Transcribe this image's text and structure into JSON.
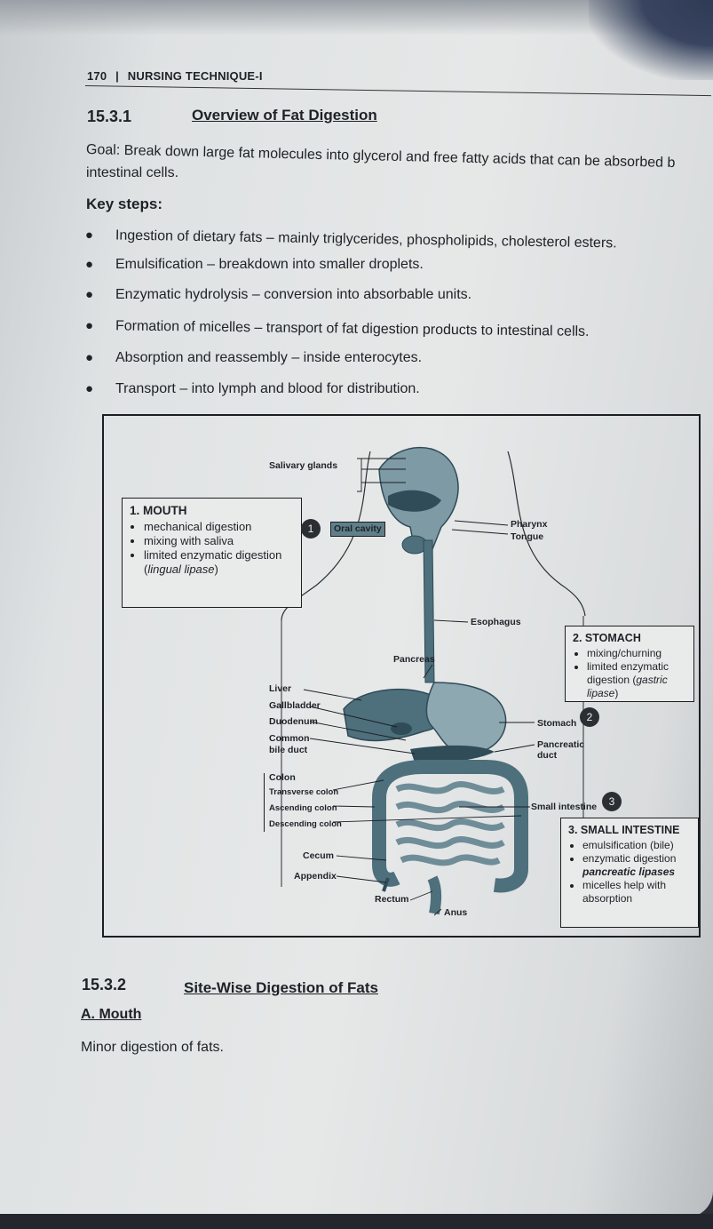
{
  "header": {
    "page_number": "170",
    "separator": "|",
    "running_title": "NURSING TECHNIQUE-I"
  },
  "section1": {
    "number": "15.3.1",
    "title": "Overview of Fat Digestion",
    "goal_line1": "Goal: Break down large fat molecules into glycerol and free fatty acids that can be absorbed b",
    "goal_line2": "intestinal cells.",
    "key_steps_label": "Key steps:",
    "bullets": [
      "Ingestion of dietary fats – mainly triglycerides, phospholipids, cholesterol esters.",
      "Emulsification – breakdown into smaller droplets.",
      "Enzymatic hydrolysis – conversion into absorbable units.",
      "Formation of micelles – transport of fat digestion products to intestinal cells.",
      "Absorption and reassembly – inside enterocytes.",
      "Transport – into lymph and blood for distribution."
    ]
  },
  "figure": {
    "mouth": {
      "title": "1. MOUTH",
      "items": [
        "mechanical digestion",
        "mixing with saliva",
        "limited enzymatic digestion ("
      ],
      "italic": "lingual lipase",
      "close": ")"
    },
    "stomach": {
      "title": "2. STOMACH",
      "items": [
        "mixing/churning",
        "limited enzymatic digestion ("
      ],
      "italic": "gastric lipase",
      "close": ")"
    },
    "small_intestine": {
      "title": "3. SMALL INTESTINE",
      "items": [
        "emulsification (bile)",
        "enzymatic digestion",
        "micelles help with absorption"
      ],
      "italic": "pancreatic lipases"
    },
    "badges": [
      "1",
      "2",
      "3"
    ],
    "labels": {
      "salivary_glands": "Salivary glands",
      "oral_cavity": "Oral cavity",
      "pharynx": "Pharynx",
      "tongue": "Tongue",
      "esophagus": "Esophagus",
      "pancreas": "Pancreas",
      "liver": "Liver",
      "gallbladder": "Gallbladder",
      "duodenum": "Duodenum",
      "common_bile_duct": "Common bile duct",
      "colon": "Colon",
      "transverse_colon": "Transverse colon",
      "ascending_colon": "Ascending colon",
      "descending_colon": "Descending colon",
      "cecum": "Cecum",
      "appendix": "Appendix",
      "rectum": "Rectum",
      "anus": "Anus",
      "stomach": "Stomach",
      "pancreatic_duct": "Pancreatic duct",
      "small_intestine": "Small intestine"
    },
    "colors": {
      "organ": "#4e6f7c",
      "organ_dark": "#2f4c58",
      "organ_light": "#8ea8b1"
    }
  },
  "section2": {
    "number": "15.3.2",
    "title": "Site-Wise Digestion of Fats",
    "subheading": "A. Mouth",
    "text": "Minor digestion of fats."
  }
}
